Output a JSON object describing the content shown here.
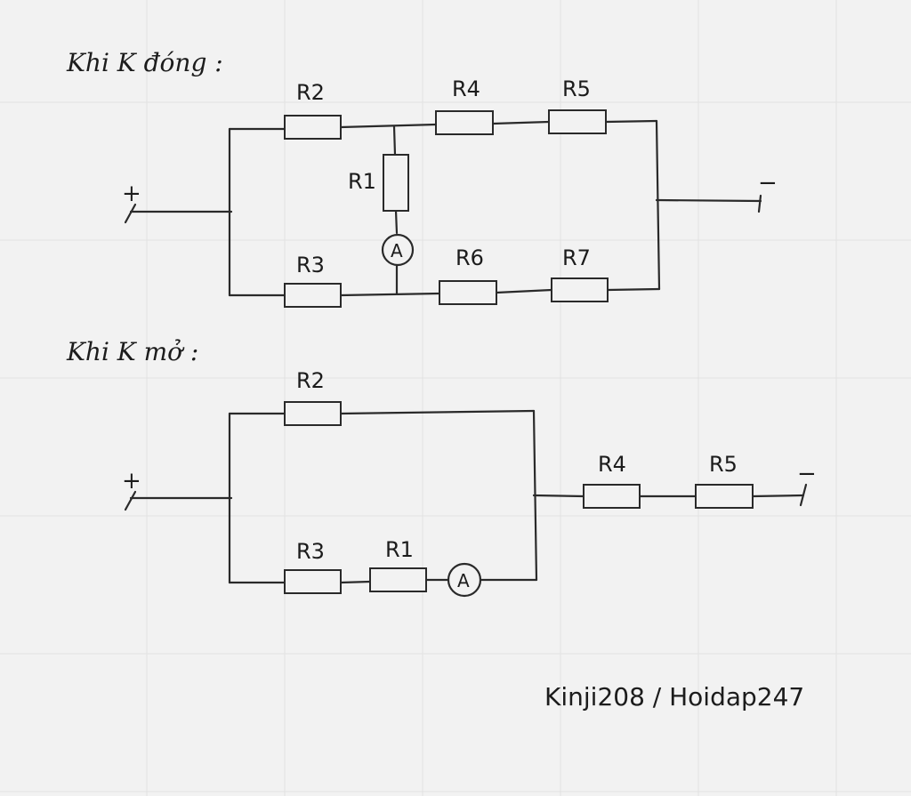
{
  "headings": {
    "closed": "Khi K đóng :",
    "open": "Khi K mở :"
  },
  "terminals": {
    "plus": "+",
    "minus": "−"
  },
  "closed_circuit": {
    "R2": "R2",
    "R4": "R4",
    "R5": "R5",
    "R1": "R1",
    "R3": "R3",
    "R6": "R6",
    "R7": "R7",
    "A": "A"
  },
  "open_circuit": {
    "R2": "R2",
    "R3": "R3",
    "R1": "R1",
    "R4": "R4",
    "R5": "R5",
    "A": "A"
  },
  "signature": "Kinji208 / Hoidap247",
  "colors": {
    "background": "#f2f2f2",
    "ink": "#2a2a2a",
    "grid": "#e2e2e2"
  }
}
